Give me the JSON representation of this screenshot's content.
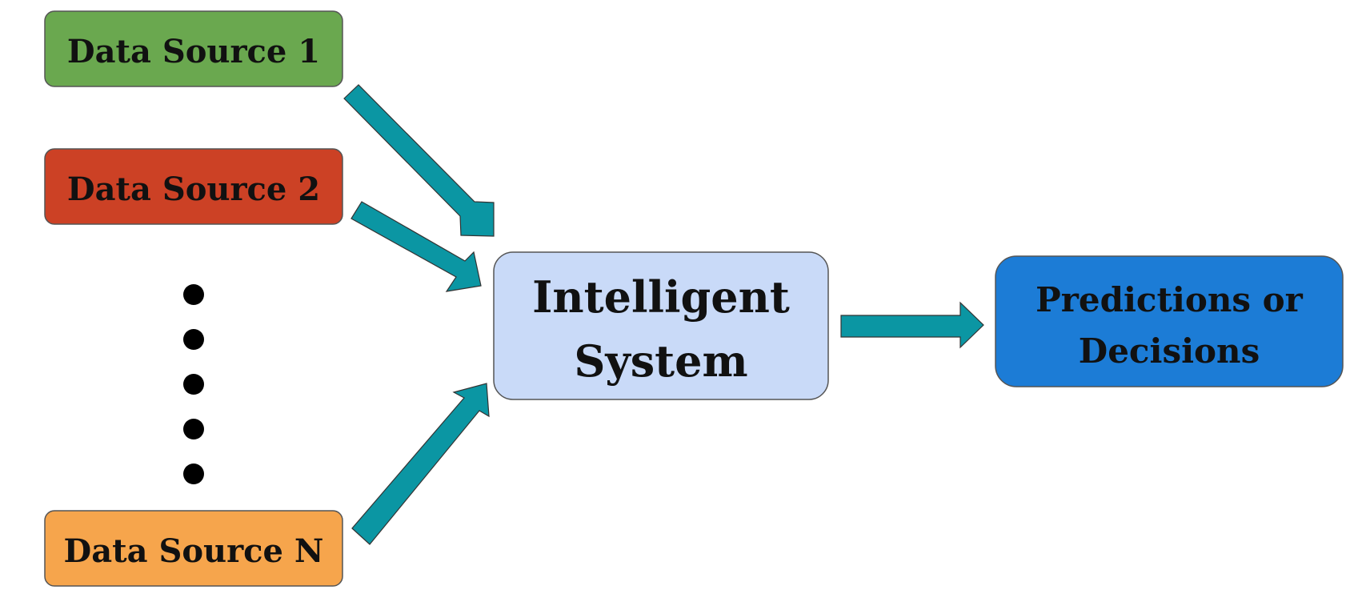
{
  "sources": [
    {
      "label": "Data Source 1",
      "color": "#6aa84f"
    },
    {
      "label": "Data Source 2",
      "color": "#cc4125"
    },
    {
      "label": "Data Source N",
      "color": "#f6a54c"
    }
  ],
  "ellipsis_dot_count": 5,
  "system": {
    "line1": "Intelligent",
    "line2": "System",
    "color": "#c9daf8"
  },
  "output": {
    "line1": "Predictions or",
    "line2": "Decisions",
    "color": "#1c7cd6"
  },
  "colors": {
    "arrow": "#0b96a3",
    "border": "#555555",
    "text": "#111111"
  }
}
